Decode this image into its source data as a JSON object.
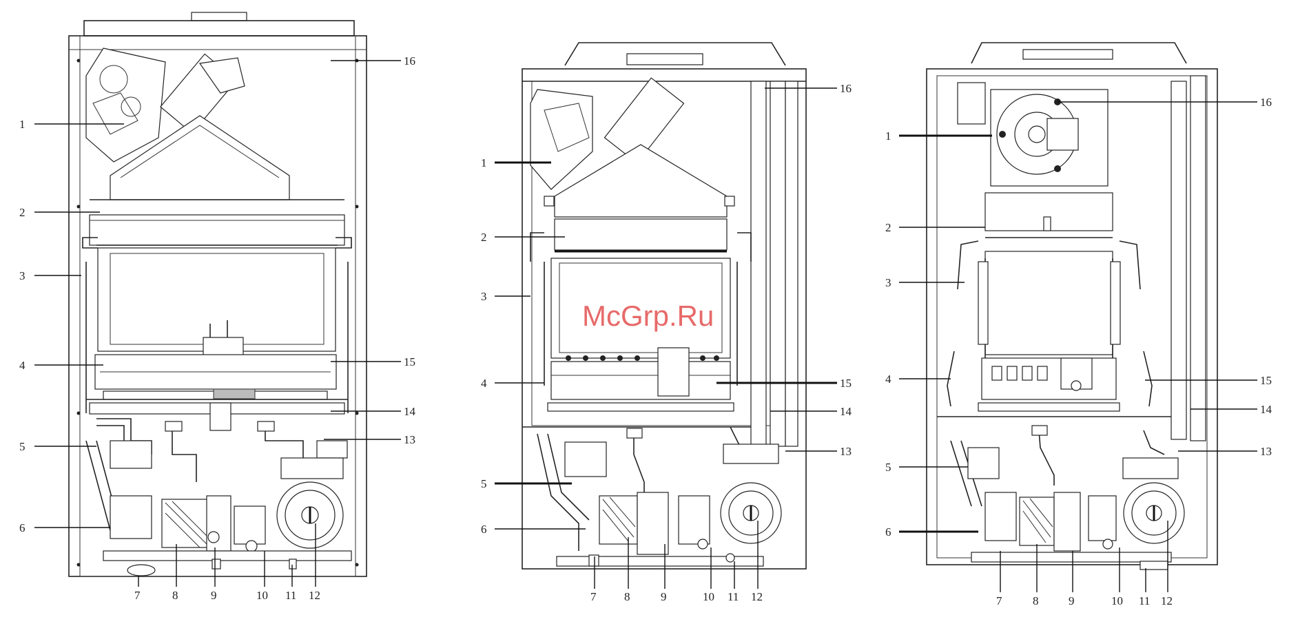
{
  "watermark": "McGrp.Ru",
  "diagrams": [
    {
      "left": [
        "1",
        "2",
        "3",
        "4",
        "5",
        "6"
      ],
      "right": [
        "16",
        "15",
        "14",
        "13"
      ],
      "bottom": [
        "7",
        "8",
        "9",
        "10",
        "11",
        "12"
      ]
    },
    {
      "left": [
        "1",
        "2",
        "3",
        "4",
        "5",
        "6"
      ],
      "right": [
        "16",
        "15",
        "14",
        "13"
      ],
      "bottom": [
        "7",
        "8",
        "9",
        "10",
        "11",
        "12"
      ]
    },
    {
      "left": [
        "1",
        "2",
        "3",
        "4",
        "5",
        "6"
      ],
      "right": [
        "16",
        "15",
        "14",
        "13"
      ],
      "bottom": [
        "7",
        "8",
        "9",
        "10",
        "11",
        "12"
      ]
    }
  ]
}
